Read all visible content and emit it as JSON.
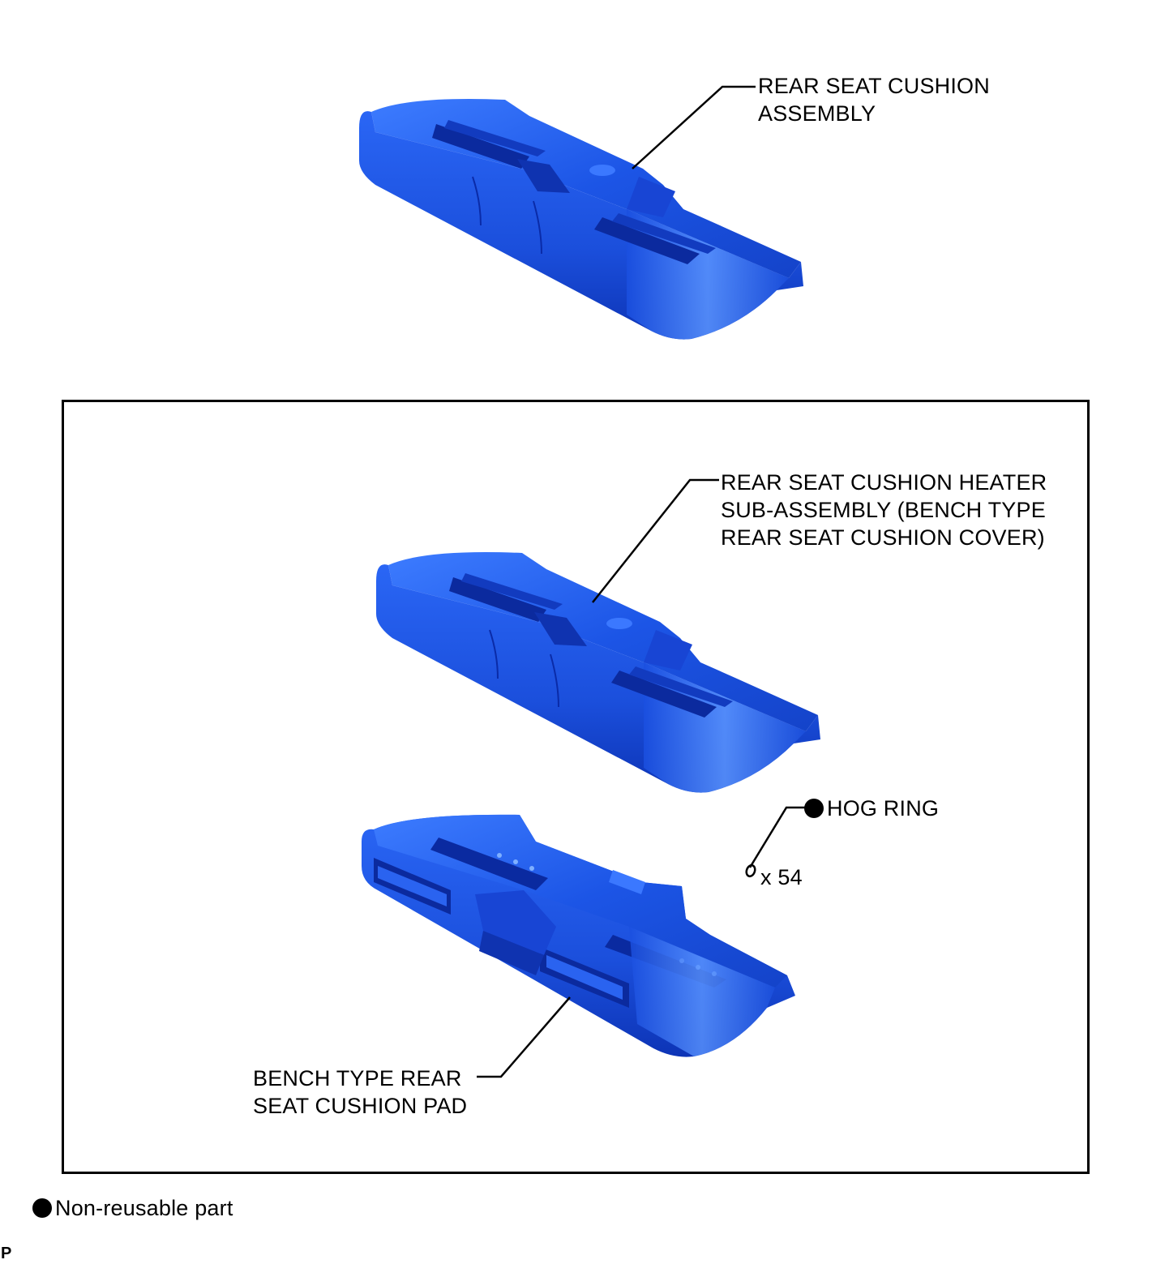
{
  "labels": {
    "assembly": [
      "REAR SEAT CUSHION",
      "ASSEMBLY"
    ],
    "heater": [
      "REAR SEAT CUSHION HEATER",
      "SUB-ASSEMBLY (BENCH TYPE",
      "REAR SEAT CUSHION COVER)"
    ],
    "hog_ring": "HOG RING",
    "hog_ring_qty": "x 54",
    "pad": [
      "BENCH TYPE REAR",
      "SEAT CUSHION PAD"
    ]
  },
  "legend": {
    "non_reusable": "Non-reusable part"
  },
  "page_code": "P",
  "colors": {
    "part_blue": "#1a55e8",
    "part_dark": "#0a2ba8",
    "part_light": "#4f8bff",
    "line": "#000000"
  }
}
